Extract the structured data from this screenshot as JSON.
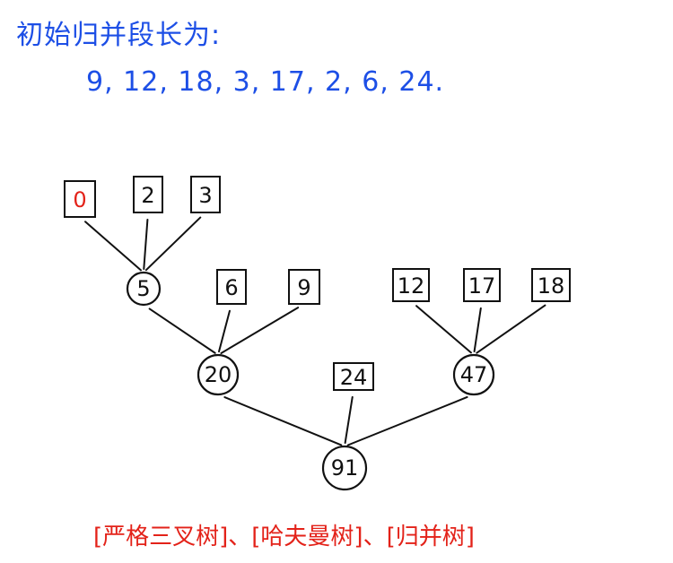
{
  "header": {
    "title": "初始归并段长为:",
    "lengths": "9, 12, 18, 3, 17, 2, 6, 24."
  },
  "tree": {
    "leaves": [
      {
        "id": "0",
        "value": "0",
        "color": "#e32219"
      },
      {
        "id": "2",
        "value": "2"
      },
      {
        "id": "3",
        "value": "3"
      },
      {
        "id": "6",
        "value": "6"
      },
      {
        "id": "9",
        "value": "9"
      },
      {
        "id": "24",
        "value": "24"
      },
      {
        "id": "12",
        "value": "12"
      },
      {
        "id": "17",
        "value": "17"
      },
      {
        "id": "18",
        "value": "18"
      }
    ],
    "internal": [
      {
        "id": "5",
        "value": "5",
        "children": [
          "0",
          "2",
          "3"
        ]
      },
      {
        "id": "20",
        "value": "20",
        "children": [
          "5",
          "6",
          "9"
        ]
      },
      {
        "id": "47",
        "value": "47",
        "children": [
          "12",
          "17",
          "18"
        ]
      },
      {
        "id": "91",
        "value": "91",
        "children": [
          "20",
          "24",
          "47"
        ]
      }
    ]
  },
  "footer": {
    "caption": "[严格三叉树]、[哈夫曼树]、[归并树]"
  },
  "colors": {
    "text_blue": "#1d4fe6",
    "text_red": "#e32219",
    "ink": "#111111"
  }
}
